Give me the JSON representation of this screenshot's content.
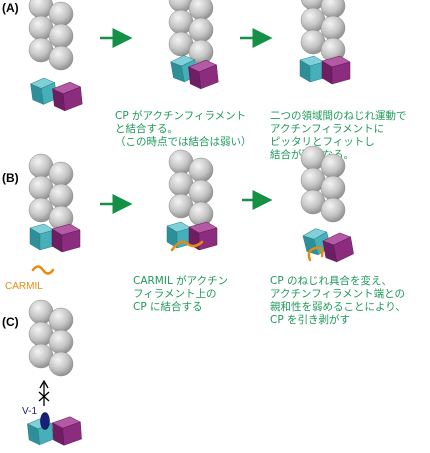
{
  "colors": {
    "caption_green": "#1f9a5a",
    "arrow_green": "#159047",
    "carmil_orange": "#e88a10",
    "v1_blue": "#16207a",
    "actin_gray": "#c8c8c8",
    "cp_cyan": "#3fa6b0",
    "cp_magenta": "#8a2878"
  },
  "panel_a": {
    "label": "(A)",
    "caption1": [
      "CP がアクチンフィラメント",
      "と結合する。",
      "（この時点では結合は弱い）"
    ],
    "caption2": [
      "二つの領域間のねじれ運動で",
      "アクチンフィラメントに",
      "ピッタリとフィットし",
      "結合が強くなる。"
    ]
  },
  "panel_b": {
    "label": "(B)",
    "carmil_label": "CARMIL",
    "caption1": [
      "CARMIL がアクチン",
      "フィラメント上の",
      "CP に結合する"
    ],
    "caption2": [
      "CP のねじれ具合を変え、",
      "アクチンフィラメント端との",
      "親和性を弱めることにより、",
      "CP を引き剥がす"
    ]
  },
  "panel_c": {
    "label": "(C)",
    "v1_label": "V-1"
  }
}
